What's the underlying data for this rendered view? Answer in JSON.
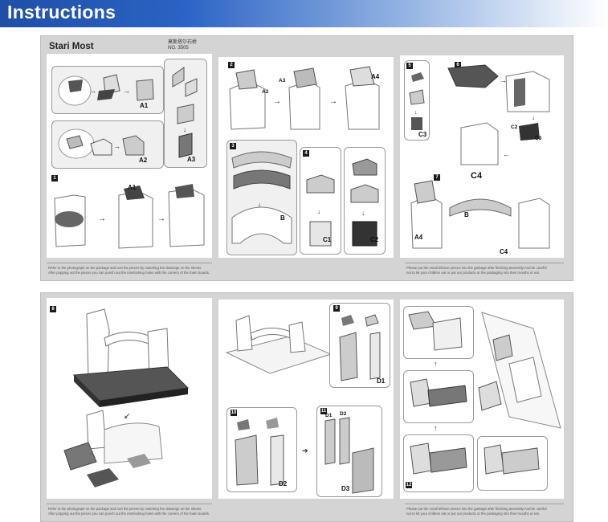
{
  "header": {
    "title": "Instructions"
  },
  "top_sheet": {
    "brand": "Stari Most",
    "subtitle_cn": "莫斯塔尔石桥",
    "subtitle_no": "NO. 3505",
    "steps": [
      "1",
      "2",
      "3",
      "4",
      "5",
      "6",
      "7"
    ],
    "labels": {
      "A1": "A1",
      "A2": "A2",
      "A3": "A3",
      "A4": "A4",
      "B": "B",
      "C1": "C1",
      "C2": "C2",
      "C3": "C3",
      "C4": "C4"
    },
    "footer_left_1": "Refer to the photograph on the package and sort the pieces by matching the drawings on the sheets",
    "footer_left_2": "After popping out the pieces you can punch out the interlocking holes with the corners of the foam boards.",
    "footer_right_1": "Please put the small leftover pieces into the garbage after finishing assembly.And be careful",
    "footer_right_2": "not to let your children eat or put our products or the packaging into their mouths or ear."
  },
  "bottom_sheet": {
    "steps": [
      "8",
      "9",
      "10",
      "11",
      "12"
    ],
    "labels": {
      "D1": "D1",
      "D2": "D2",
      "D3": "D3"
    },
    "footer_left_1": "Refer to the photograph on the package and sort the pieces by matching the drawings on the sheets",
    "footer_left_2": "After popping out the pieces you can punch out the interlocking holes with the corners of the foam boards.",
    "footer_right_1": "Please put the small leftover pieces into the garbage after finishing assembly.And be careful",
    "footer_right_2": "not to let your children eat or put our products or the packaging into their mouths or ear."
  }
}
